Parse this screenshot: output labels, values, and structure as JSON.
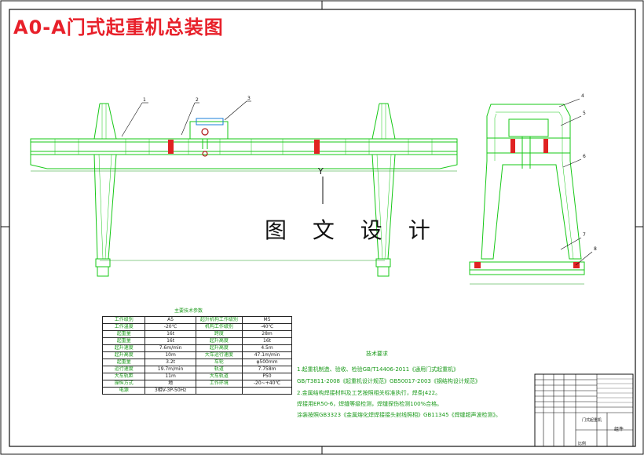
{
  "drawing": {
    "title": "A0-A门式起重机总装图",
    "watermark": "图 文 设 计",
    "view_marker": "Y"
  },
  "callouts": [
    "1",
    "2",
    "3",
    "4",
    "5",
    "6",
    "7",
    "8"
  ],
  "params_table": {
    "title": "主要技术参数",
    "rows": [
      [
        "工作级别",
        "A5",
        "起升机构工作级别",
        "M5"
      ],
      [
        "工作温度",
        "-20℃",
        "机构工作级别",
        "-40℃"
      ],
      [
        "起重量",
        "16t",
        "跨度",
        "28m"
      ],
      [
        "起重量",
        "16t",
        "起升高度",
        "16t"
      ],
      [
        "起升速度",
        "7.6m/min",
        "起升高度",
        "4.5m"
      ],
      [
        "起升高度",
        "10m",
        "大车运行速度",
        "47.1m/min"
      ],
      [
        "起重量",
        "3.2t",
        "车轮",
        "φ500mm"
      ],
      [
        "运行速度",
        "19.7m/min",
        "轨道",
        "7.758m"
      ],
      [
        "大车轨距",
        "11m",
        "大车轨道",
        "P50"
      ],
      [
        "操纵方式",
        "地",
        "工作环境",
        "-20~+40℃"
      ],
      [
        "电源",
        "3相V-3P-50Hz",
        "",
        ""
      ]
    ]
  },
  "tech_requirements": {
    "title": "技术要求",
    "lines": [
      "1.起重机制造、验收、检验GB/T14406-2011《通用门式起重机》",
      "GB/T3811-2008《起重机设计规范》GB50017-2003《钢结构设计规范》",
      "2.金属结构焊接材料及工艺按照相关标准执行，焊条J422。",
      "焊接用ER50-6，焊缝等级检测，焊缝探伤检测100%合格。",
      "涂装按照GB3323《金属熔化焊焊接接头射线照相》GB11345《焊缝超声波检测》。"
    ]
  },
  "title_block": {
    "name": "门式起重机",
    "material": "组件",
    "scale_label": "比例"
  },
  "colors": {
    "title": "#e8202a",
    "structure": "#16c816",
    "annotation": "#1a9a1a",
    "frame": "#111111",
    "hoist": "#b01515",
    "accent_red": "#e02222"
  }
}
